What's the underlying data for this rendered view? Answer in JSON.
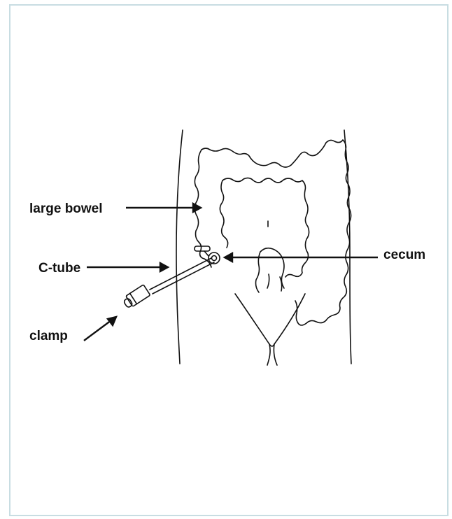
{
  "labels": {
    "large_bowel": "large bowel",
    "c_tube": "C-tube",
    "clamp": "clamp",
    "cecum": "cecum"
  },
  "colors": {
    "frame_border": "#c8dde2",
    "ink": "#111111"
  }
}
